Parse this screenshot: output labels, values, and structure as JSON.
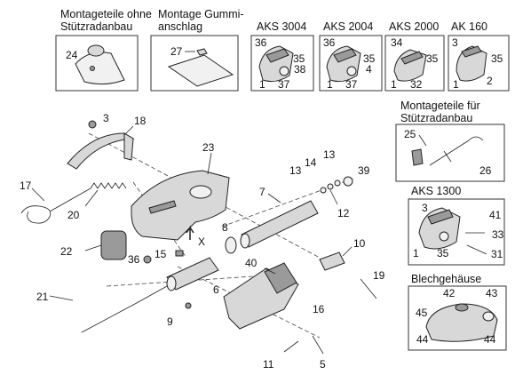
{
  "headings": {
    "montageteile_ohne_1": "Montageteile ohne",
    "montageteile_ohne_2": "Stützradanbau",
    "montage_gummi_1": "Montage Gummi-",
    "montage_gummi_2": "anschlag",
    "aks3004": "AKS 3004",
    "aks2004": "AKS 2004",
    "aks2000": "AKS 2000",
    "ak160": "AK 160",
    "montageteile_fuer_1": "Montageteile für",
    "montageteile_fuer_2": "Stützradanbau",
    "aks1300": "AKS 1300",
    "blechgehaeuse": "Blechgehäuse"
  },
  "labels": {
    "n24": "24",
    "n27": "27",
    "aks3004_36": "36",
    "aks3004_35": "35",
    "aks3004_38": "38",
    "aks3004_1": "1",
    "aks3004_37": "37",
    "aks2004_36": "36",
    "aks2004_35": "35",
    "aks2004_4": "4",
    "aks2004_1": "1",
    "aks2004_37": "37",
    "aks2000_34": "34",
    "aks2000_35": "35",
    "aks2000_1": "1",
    "aks2000_32": "32",
    "ak160_3": "3",
    "ak160_35": "35",
    "ak160_1": "1",
    "ak160_2": "2",
    "n3": "3",
    "n18": "18",
    "n17": "17",
    "n20": "20",
    "n23": "23",
    "n22": "22",
    "n36": "36",
    "n15": "15",
    "n6": "6",
    "n21": "21",
    "n9": "9",
    "n8": "8",
    "n40": "40",
    "n16": "16",
    "n7": "7",
    "n13a": "13",
    "n14": "14",
    "n13b": "13",
    "n39": "39",
    "n12": "12",
    "n10": "10",
    "n19": "19",
    "n11": "11",
    "n5": "5",
    "stz_25": "25",
    "stz_26": "26",
    "aks1300_3": "3",
    "aks1300_41": "41",
    "aks1300_33": "33",
    "aks1300_1": "1",
    "aks1300_35": "35",
    "aks1300_31": "31",
    "bg_42": "42",
    "bg_43": "43",
    "bg_45": "45",
    "bg_44a": "44",
    "bg_44b": "44",
    "marker_x": "X"
  }
}
